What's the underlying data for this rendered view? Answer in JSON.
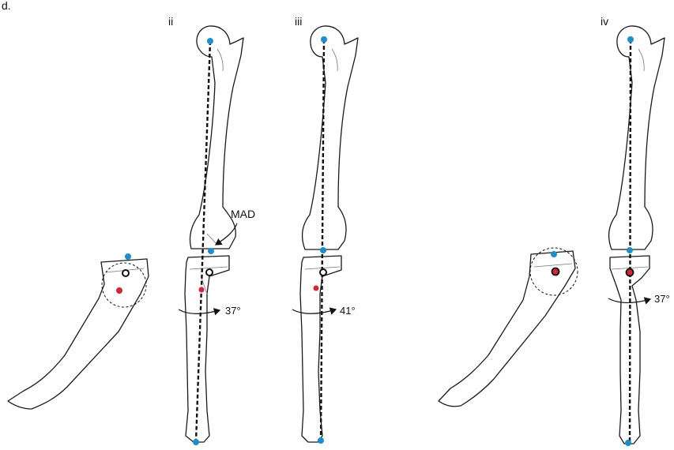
{
  "figure": {
    "panel_letter": "d.",
    "panel_labels": [
      "ii",
      "iii",
      "iv"
    ],
    "mad_label": "MAD",
    "rotation_labels": [
      "37°",
      "41°",
      "37°"
    ],
    "colors": {
      "blue_point": "#1a8fce",
      "red_point": "#d92338",
      "outline": "#1a1a1a"
    }
  }
}
